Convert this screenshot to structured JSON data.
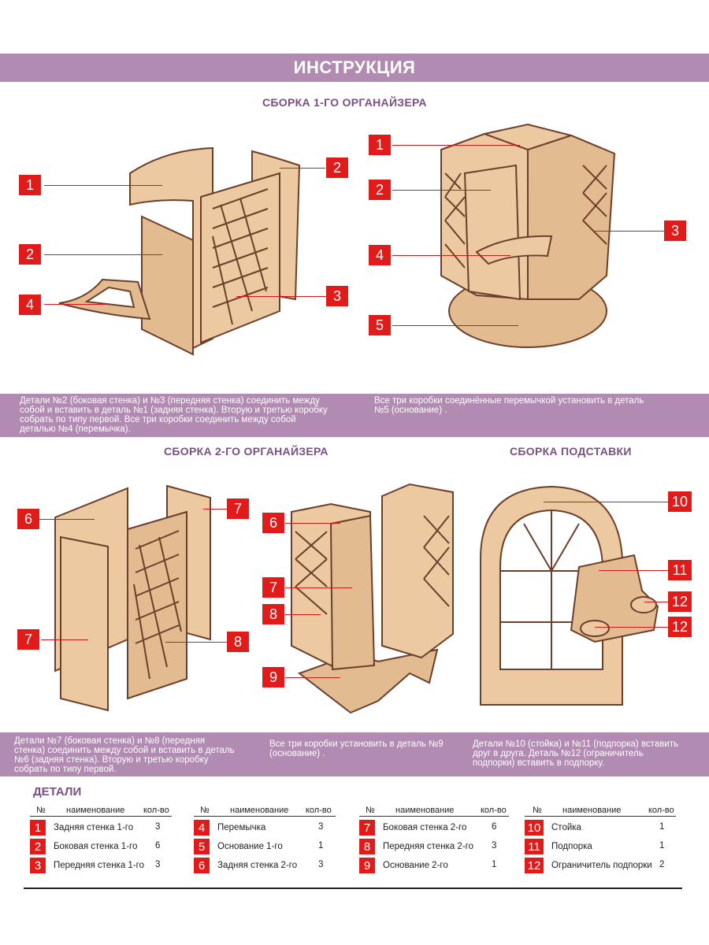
{
  "banner": {
    "title": "ИНСТРУКЦИЯ"
  },
  "sections": {
    "s1": "СБОРКА 1-ГО ОРГАНАЙЗЕРА",
    "s2": "СБОРКА 2-ГО ОРГАНАЙЗЕРА",
    "s3": "СБОРКА ПОДСТАВКИ"
  },
  "callouts": {
    "a": [
      "1",
      "2",
      "4",
      "2",
      "3"
    ],
    "b": [
      "1",
      "2",
      "4",
      "5",
      "3"
    ],
    "c": [
      "6",
      "7",
      "7",
      "8"
    ],
    "d": [
      "6",
      "7",
      "8",
      "9"
    ],
    "e": [
      "10",
      "11",
      "12",
      "12"
    ]
  },
  "descriptions": {
    "d1": [
      "Детали №2 (боковая стенка) и №3 (передняя стенка) соединить между",
      "собой и вставить в деталь №1 (задняя стенка). Вторую и третью коробку",
      "собрать по типу первой. Все три коробки соединить между собой",
      "деталью №4 (перемычка)."
    ],
    "d2": [
      "Все три коробки соединённые перемычкой установить в деталь",
      "№5 (основание) ."
    ],
    "d3": [
      "Детали №7 (боковая стенка) и №8 (передняя",
      "стенка) соединить между собой и вставить в деталь",
      "№6 (задняя стенка). Вторую и третью коробку",
      "собрать по типу первой."
    ],
    "d4": [
      "Все три коробки установить в деталь №9",
      "(основание) ."
    ],
    "d5": [
      "Детали №10 (стойка) и №11 (подпорка) вставить",
      "друг в друга. Деталь №12 (ограничитель",
      "подпорки) вставить в подпорку."
    ]
  },
  "parts": {
    "title": "ДЕТАЛИ",
    "headers": {
      "num": "№",
      "name": "наименование",
      "qty": "кол-во"
    },
    "columns": [
      [
        {
          "n": "1",
          "name": "Задняя стенка 1-го",
          "qty": "3"
        },
        {
          "n": "2",
          "name": "Боковая стенка 1-го",
          "qty": "6"
        },
        {
          "n": "3",
          "name": "Передняя стенка 1-го",
          "qty": "3"
        }
      ],
      [
        {
          "n": "4",
          "name": "Перемычка",
          "qty": "3"
        },
        {
          "n": "5",
          "name": "Основание 1-го",
          "qty": "1"
        },
        {
          "n": "6",
          "name": "Задняя стенка 2-го",
          "qty": "3"
        }
      ],
      [
        {
          "n": "7",
          "name": "Боковая стенка 2-го",
          "qty": "6"
        },
        {
          "n": "8",
          "name": "Передняя стенка 2-го",
          "qty": "3"
        },
        {
          "n": "9",
          "name": "Основание 2-го",
          "qty": "1"
        }
      ],
      [
        {
          "n": "10",
          "name": "Стойка",
          "qty": "1"
        },
        {
          "n": "11",
          "name": "Подпорка",
          "qty": "1"
        },
        {
          "n": "12",
          "name": "Ограничитель подпорки",
          "qty": "2"
        }
      ]
    ]
  },
  "colors": {
    "accent": "#b28bb3",
    "callout": "#e11a1a",
    "heading": "#7a4f82",
    "wood": "#ecc9a0",
    "edge": "#6b3f2a"
  }
}
